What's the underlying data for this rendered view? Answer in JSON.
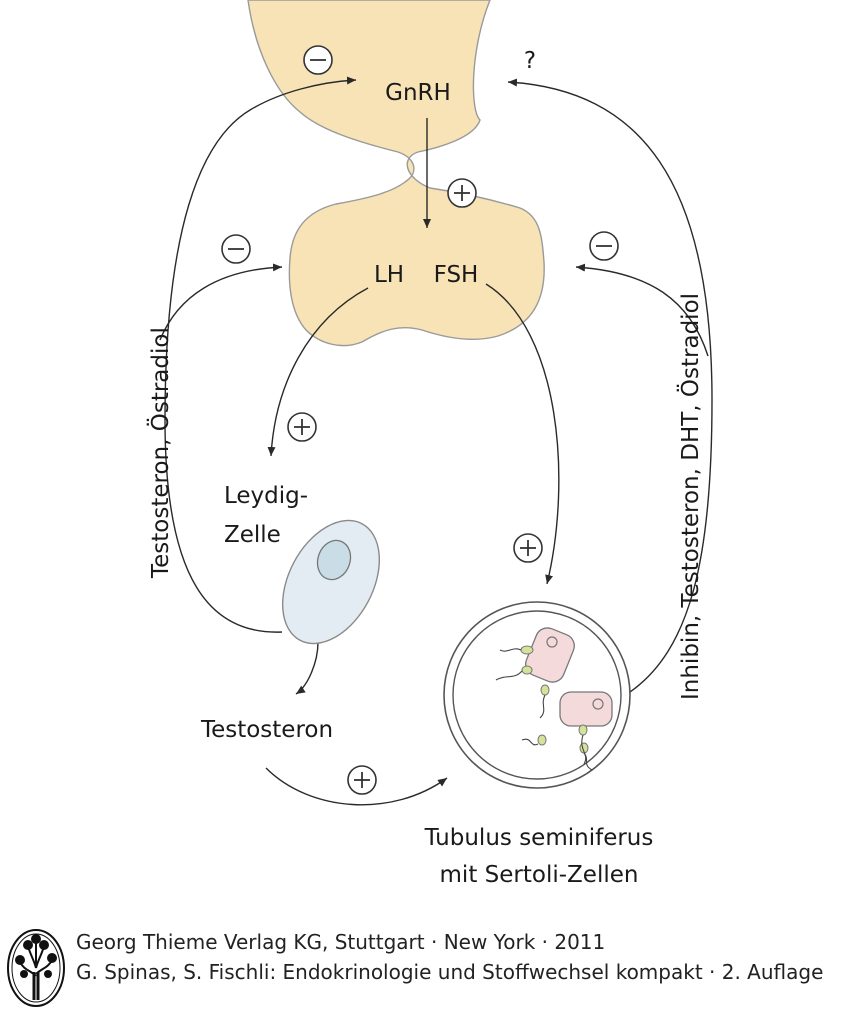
{
  "hormones": {
    "gnrh": "GnRH",
    "lh": "LH",
    "fsh": "FSH",
    "question": "?"
  },
  "cells": {
    "leydig_line1": "Leydig-",
    "leydig_line2": "Zelle",
    "testosteron": "Testosteron",
    "tubulus_line1": "Tubulus seminiferus",
    "tubulus_line2": "mit Sertoli-Zellen"
  },
  "feedback": {
    "left": "Testosteron, Östradiol",
    "right": "Inhibin, Testosteron, DHT, Östradiol"
  },
  "signs": {
    "minus": "minus",
    "plus": "plus"
  },
  "colors": {
    "hypothalamus_fill": "#f7e3b5",
    "leydig_fill": "#e2ecf2",
    "sertoli_fill": "#f4dada",
    "sperm_head": "#d4e39a"
  },
  "footer": {
    "line1": "Georg Thieme Verlag KG, Stuttgart · New York · 2011",
    "line2": "G. Spinas, S. Fischli: Endokrinologie und Stoffwechsel kompakt · 2. Auflage"
  }
}
